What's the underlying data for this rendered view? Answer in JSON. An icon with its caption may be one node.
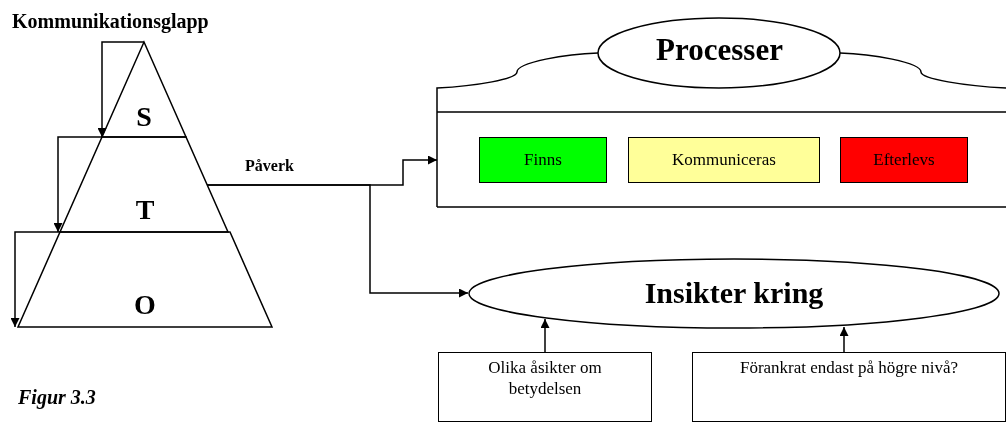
{
  "diagram": {
    "nodes": [
      {
        "text": [
          "S"
        ]
      },
      {
        "text": [
          "T"
        ]
      },
      {
        "text": [
          "O"
        ]
      },
      {
        "text": [
          "Processer"
        ]
      },
      {
        "text": [
          "Finns"
        ],
        "in": 3
      },
      {
        "text": [
          "Kommuniceras"
        ],
        "in": 3
      },
      {
        "text": [
          "Efterlevs"
        ],
        "in": 3
      },
      {
        "text": [
          "Insikter kring"
        ]
      },
      {
        "text": [
          "Olika åsikter om betydelsen"
        ]
      },
      {
        "text": [
          "Förankrat endast på högre nivå?"
        ]
      }
    ],
    "edges": [
      {
        "from": 0,
        "to": 1,
        "arrow": "to"
      },
      {
        "from": 1,
        "to": 2,
        "arrow": "to"
      },
      {
        "from": 1,
        "to": 2,
        "arrow": "to"
      },
      {
        "from": 1,
        "to": 3,
        "arrow": "to",
        "label": "Påverk"
      },
      {
        "from": 1,
        "to": 7,
        "arrow": "to"
      },
      {
        "from": 8,
        "to": 7,
        "arrow": "to"
      },
      {
        "from": 9,
        "to": 7,
        "arrow": "to"
      }
    ],
    "labels": [
      "Kommunikationsglapp",
      "Figur 3.3"
    ]
  }
}
